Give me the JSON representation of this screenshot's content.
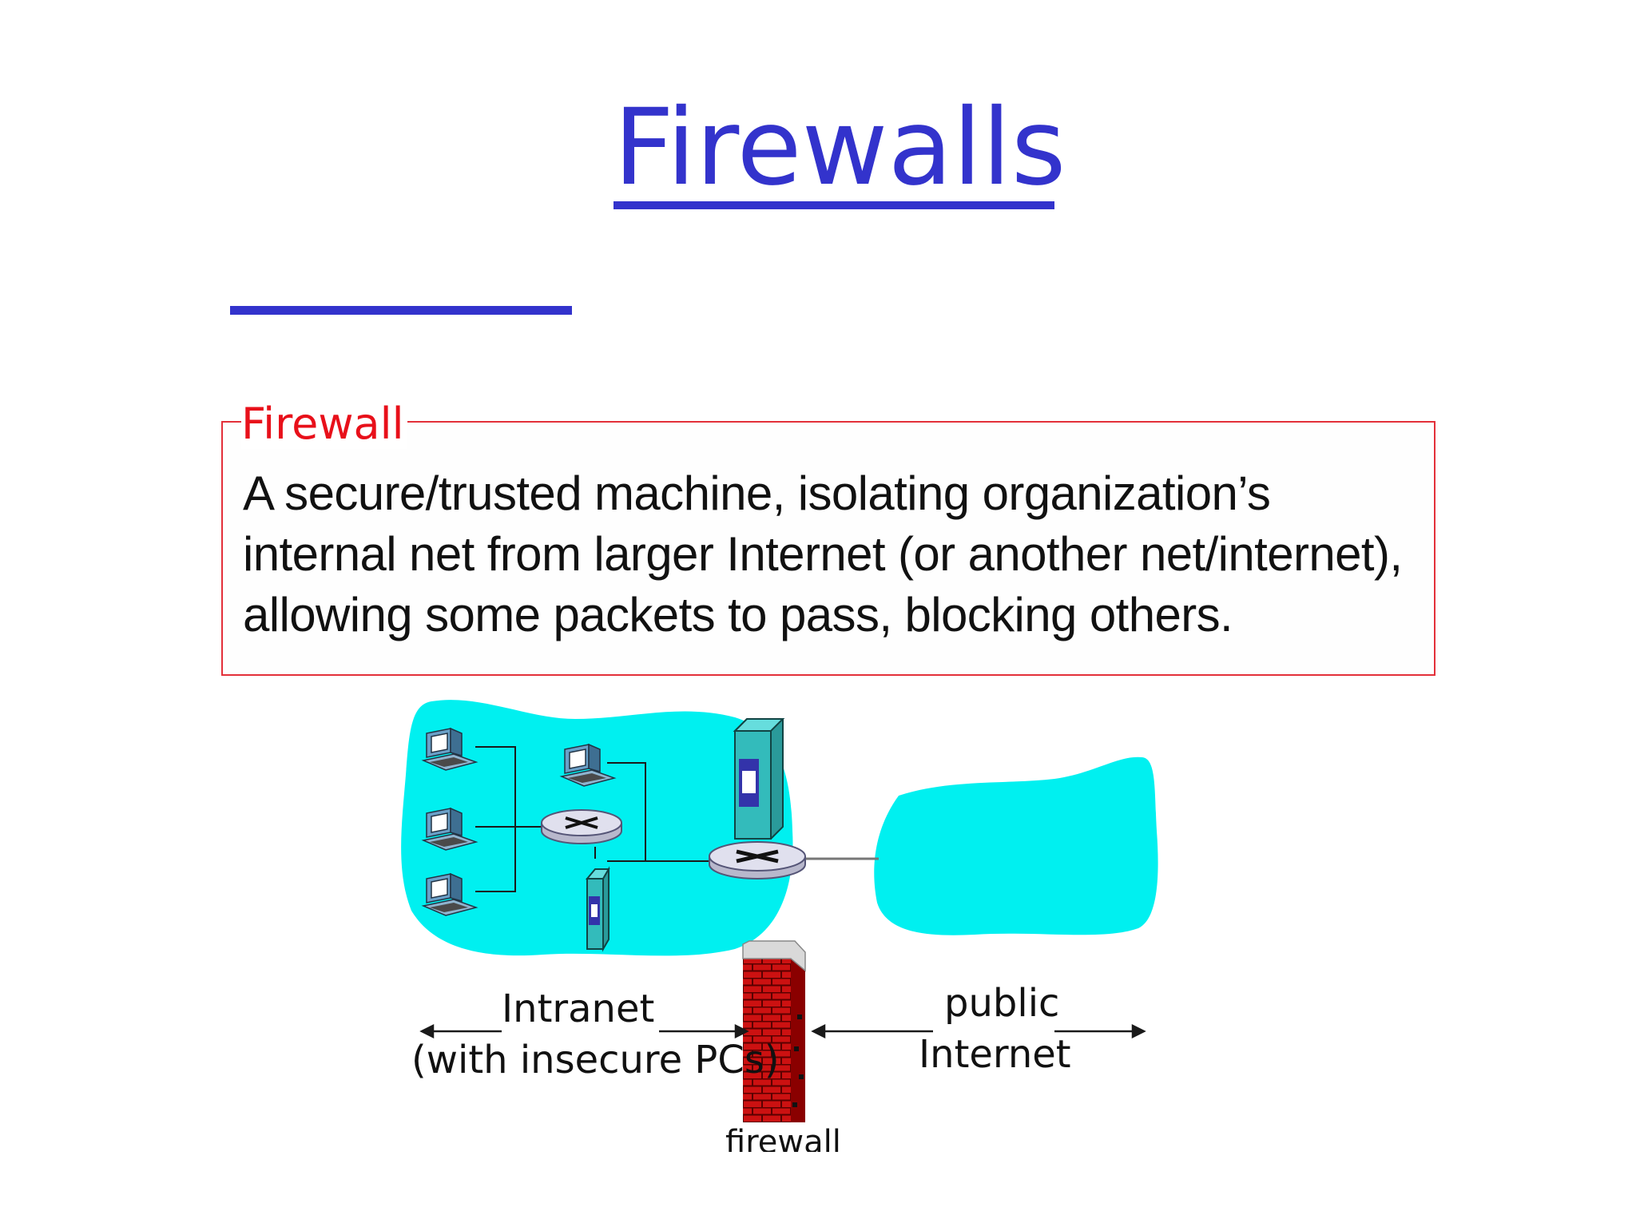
{
  "slide": {
    "title": "Firewalls"
  },
  "definition": {
    "label": "Firewall",
    "text": "A secure/trusted machine, isolating organization’s internal net from larger Internet (or another net/internet), allowing some packets to pass, blocking others."
  },
  "diagram": {
    "intranet_label": "Intranet",
    "intranet_sublabel": "(with insecure PCs)",
    "public_label": "public",
    "internet_label": "Internet",
    "firewall_label": "firewall",
    "colors": {
      "cloud": "#00f0f0",
      "brick": "#cc1111",
      "server": "#33bbbb",
      "router": "#d8d8e8"
    }
  },
  "colors": {
    "title": "#3333cc",
    "definition_label": "#e8101a",
    "definition_border": "#e3303a"
  }
}
